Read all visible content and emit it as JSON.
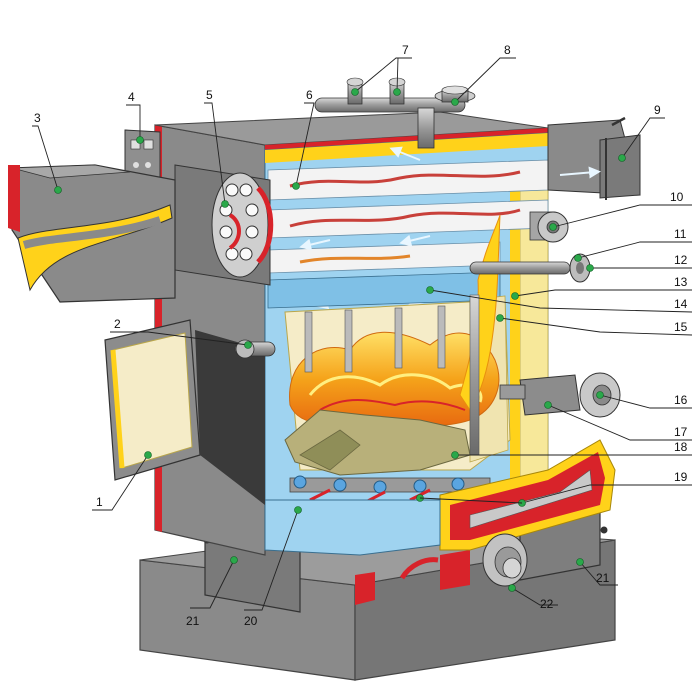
{
  "diagram": {
    "callouts": [
      {
        "id": "1",
        "label": "1"
      },
      {
        "id": "2",
        "label": "2"
      },
      {
        "id": "3",
        "label": "3"
      },
      {
        "id": "4",
        "label": "4"
      },
      {
        "id": "5",
        "label": "5"
      },
      {
        "id": "6",
        "label": "6"
      },
      {
        "id": "7",
        "label": "7"
      },
      {
        "id": "8",
        "label": "8"
      },
      {
        "id": "9",
        "label": "9"
      },
      {
        "id": "10",
        "label": "10"
      },
      {
        "id": "11",
        "label": "11"
      },
      {
        "id": "12",
        "label": "12"
      },
      {
        "id": "13",
        "label": "13"
      },
      {
        "id": "14",
        "label": "14"
      },
      {
        "id": "15",
        "label": "15"
      },
      {
        "id": "16",
        "label": "16"
      },
      {
        "id": "17",
        "label": "17"
      },
      {
        "id": "18",
        "label": "18"
      },
      {
        "id": "19",
        "label": "19"
      },
      {
        "id": "20",
        "label": "20"
      },
      {
        "id": "21a",
        "label": "21"
      },
      {
        "id": "21b",
        "label": "21"
      },
      {
        "id": "22",
        "label": "22"
      }
    ],
    "colors": {
      "steel": "#8c8c8c",
      "steel_dark": "#5e5e5e",
      "water_jacket": "#9fd3f0",
      "insulation": "#f7e89a",
      "refractory_red": "#d8232a",
      "flame_yellow": "#ffd21a",
      "flame_orange": "#f08a10",
      "callout_dot": "#2aa84a"
    }
  }
}
